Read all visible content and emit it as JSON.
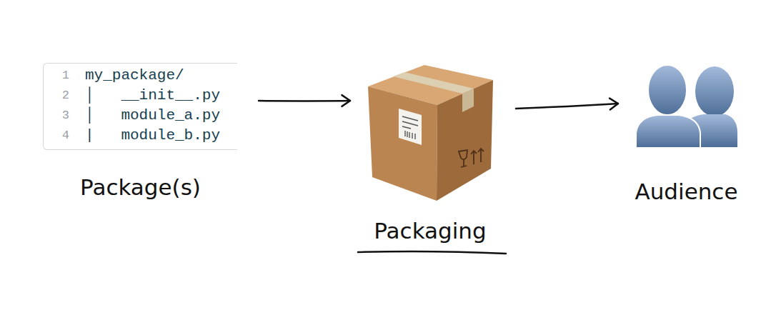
{
  "diagram": {
    "nodes": [
      {
        "text": [
          "1",
          "my_package/",
          "2",
          "│   __init__.py",
          "3",
          "│   module_a.py",
          "4",
          "|   module_b.py",
          "Package(s)"
        ]
      },
      {
        "text": [
          "Packaging"
        ]
      },
      {
        "text": [
          "Audience"
        ]
      }
    ],
    "edges": [
      {
        "from": 0,
        "to": 1,
        "arrow": "to"
      },
      {
        "from": 1,
        "to": 2,
        "arrow": "to"
      }
    ]
  }
}
